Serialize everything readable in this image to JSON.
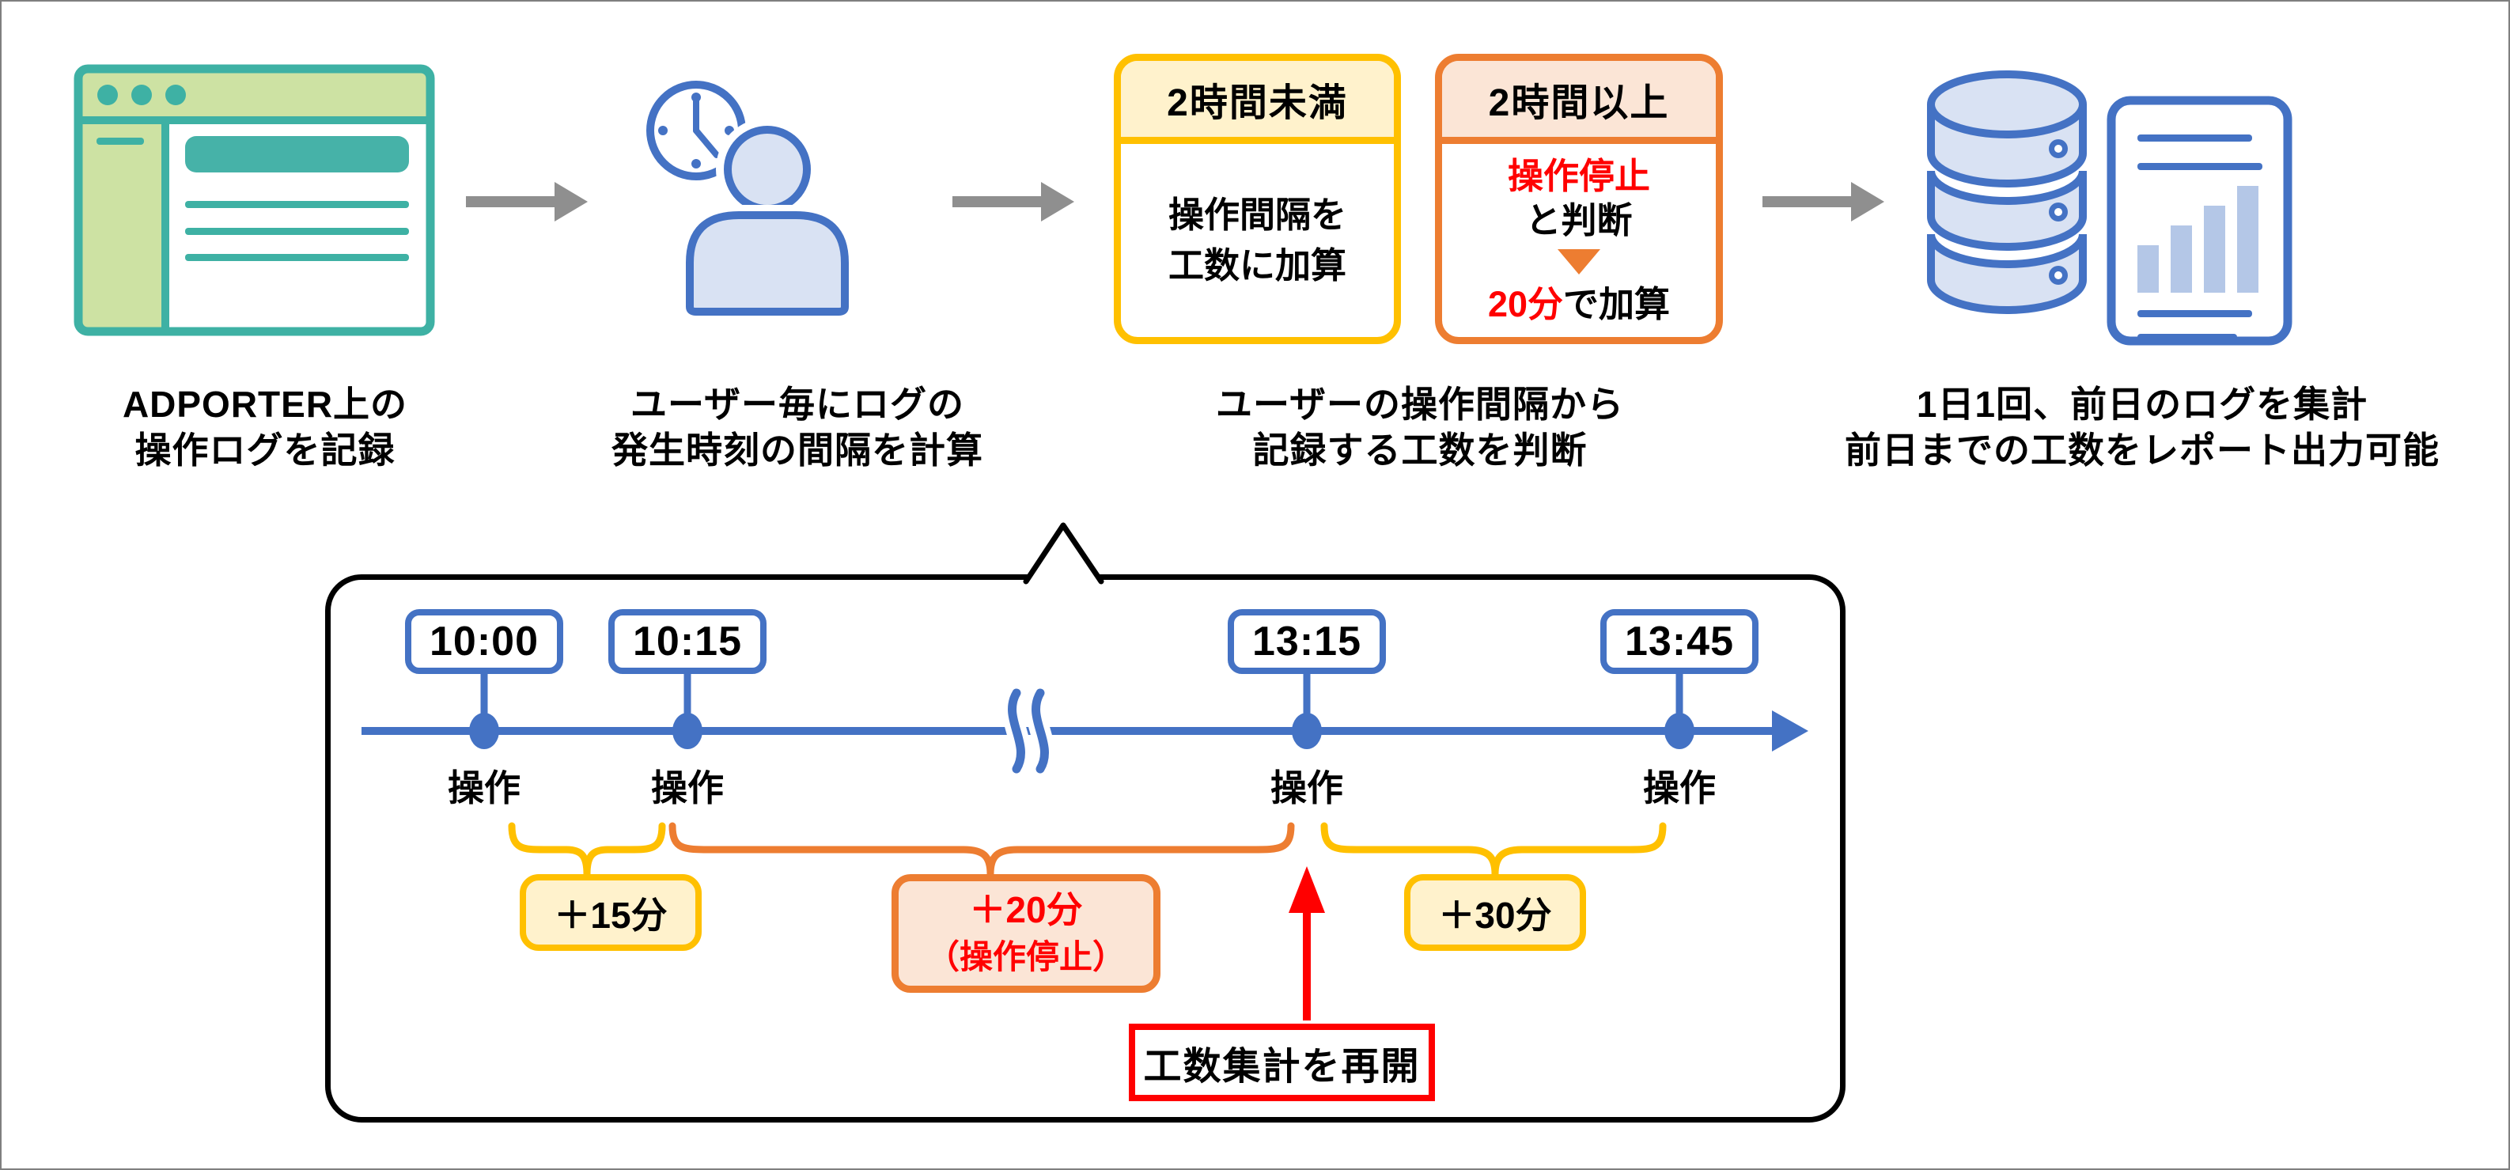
{
  "steps": [
    {
      "caption": [
        "ADPORTER上の",
        "操作ログを記録"
      ]
    },
    {
      "caption": [
        "ユーザー毎にログの",
        "発生時刻の間隔を計算"
      ]
    },
    {
      "caption": [
        "ユーザーの操作間隔から",
        "記録する工数を判断"
      ]
    },
    {
      "caption": [
        "1日1回、前日のログを集計",
        "前日までの工数をレポート出力可能"
      ]
    }
  ],
  "cards": {
    "under": {
      "header": "2時間未満",
      "line1": "操作間隔を",
      "line2": "工数に加算"
    },
    "over": {
      "header": "2時間以上",
      "stop": "操作停止",
      "judge": "と判断",
      "minutes": "20分",
      "suffix": "で加算"
    }
  },
  "timeline": {
    "times": [
      "10:00",
      "10:15",
      "13:15",
      "13:45"
    ],
    "event_label": "操作",
    "intervals": {
      "first": "＋15分",
      "second_line1": "＋20分",
      "second_line2": "（操作停止）",
      "third": "＋30分"
    },
    "resume_label": "工数集計を再開"
  },
  "colors": {
    "teal": "#3EB1A4",
    "light_green": "#CDE2A3",
    "blue": "#4472C4",
    "light_blue": "#D9E2F3",
    "chart_bar_blue": "#B4C7E7",
    "yellow": "#FFC000",
    "light_yellow": "#FFF2CC",
    "orange": "#ED7D31",
    "light_orange": "#FBE5D6",
    "red": "#FF0000",
    "arrow_gray": "#8F8F8F"
  }
}
